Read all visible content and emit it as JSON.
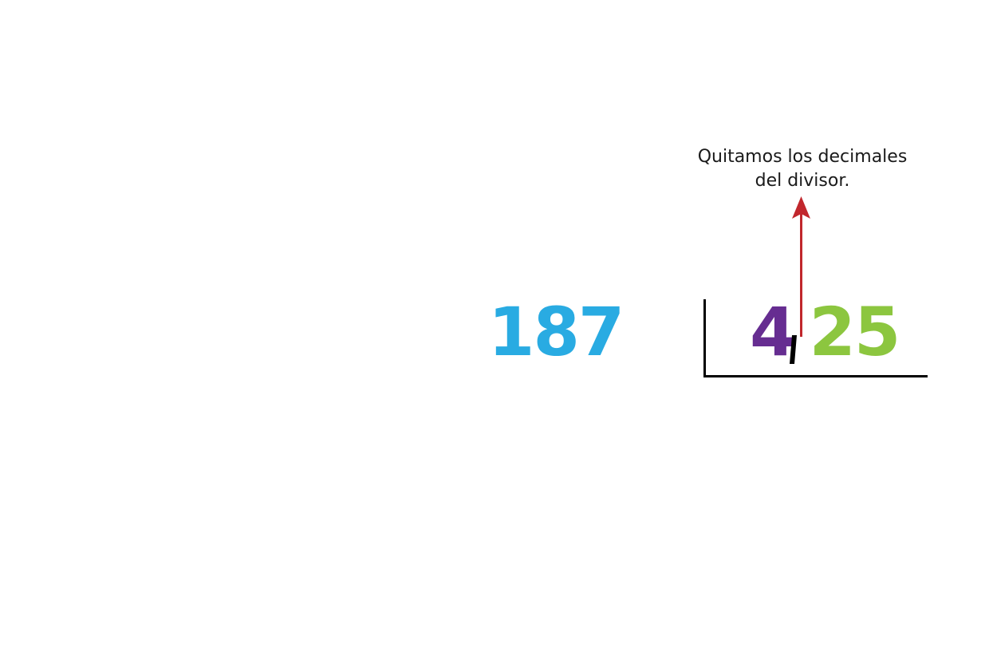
{
  "division": {
    "dividend": "187",
    "divisor_integer_part": "4",
    "divisor_decimal_part": "25",
    "decimal_separator": ","
  },
  "annotation": {
    "line1": "Quitamos los decimales",
    "line2": "del divisor."
  },
  "colors": {
    "dividend": "#29abe2",
    "divisor_integer": "#662d91",
    "divisor_decimal": "#8cc63f",
    "separator": "#000000",
    "arrow": "#c1272d",
    "bracket": "#000000",
    "annotation_text": "#1a1a1a",
    "background": "#ffffff"
  }
}
